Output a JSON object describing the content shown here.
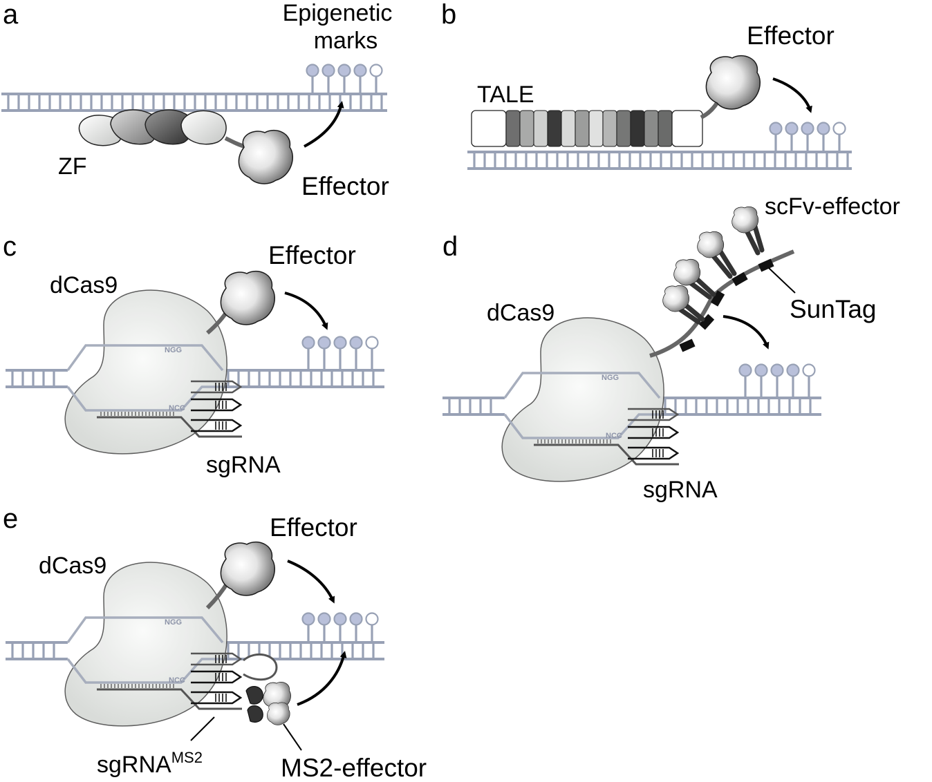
{
  "panels": [
    {
      "id": "a",
      "labels": {
        "marks_line1": "Epigenetic",
        "marks_line2": "marks",
        "zf": "ZF",
        "effector": "Effector"
      }
    },
    {
      "id": "b",
      "labels": {
        "tale": "TALE",
        "effector": "Effector"
      }
    },
    {
      "id": "c",
      "labels": {
        "dcas9": "dCas9",
        "effector": "Effector",
        "sgrna": "sgRNA",
        "ngg": "NGG",
        "ncc": "NCC"
      }
    },
    {
      "id": "d",
      "labels": {
        "dcas9": "dCas9",
        "scfv": "scFv-effector",
        "suntag": "SunTag",
        "sgrna": "sgRNA",
        "ngg": "NGG",
        "ncc": "NCC"
      }
    },
    {
      "id": "e",
      "labels": {
        "dcas9": "dCas9",
        "effector": "Effector",
        "sgrna_ms2_base": "sgRNA",
        "sgrna_ms2_sup": "MS2",
        "ms2_effector": "MS2-effector",
        "ngg": "NGG",
        "ncc": "NCC"
      }
    }
  ],
  "colors": {
    "dna": "#98a1b5",
    "mark_fill": "#b9c0da",
    "cas9_fill": "#e3e5e3",
    "sgrna": "#555555",
    "arrow": "#000000"
  },
  "tale_repeat_shades": [
    "#ffffff",
    "#6f6f6f",
    "#a9aaa9",
    "#cfd0cf",
    "#3a3a3a",
    "#d9dad9",
    "#9c9d9c",
    "#e0e1e0",
    "#b5b6b5",
    "#767776",
    "#333333",
    "#8a8b8a",
    "#6a6b6a",
    "#ffffff"
  ]
}
